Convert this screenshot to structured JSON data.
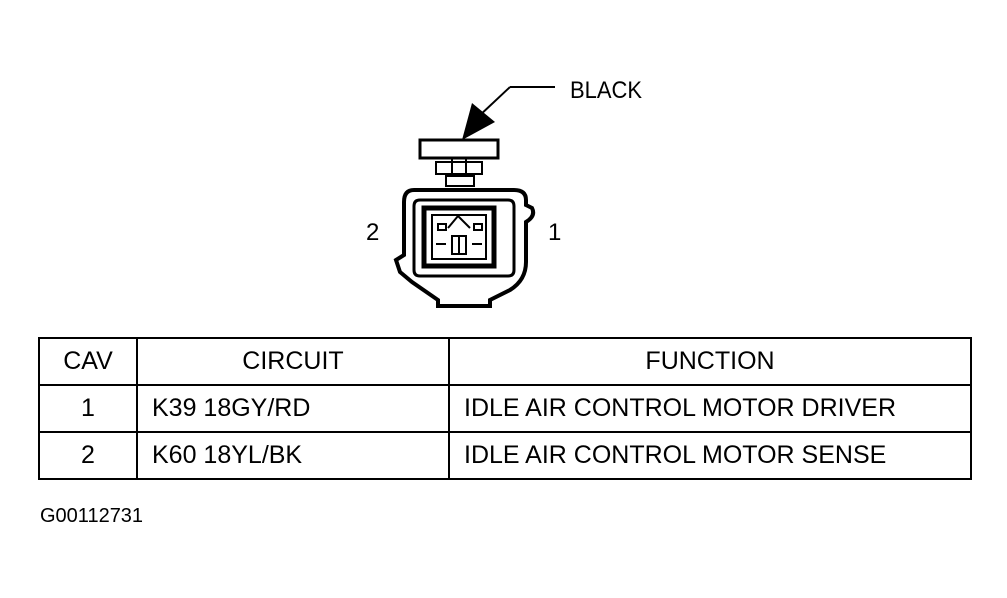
{
  "connector": {
    "color_label": "BLACK",
    "pin_left_label": "2",
    "pin_right_label": "1"
  },
  "table": {
    "headers": {
      "cav": "CAV",
      "circuit": "CIRCUIT",
      "function": "FUNCTION"
    },
    "rows": [
      {
        "cav": "1",
        "circuit": "K39 18GY/RD",
        "function": "IDLE AIR CONTROL MOTOR DRIVER"
      },
      {
        "cav": "2",
        "circuit": "K60 18YL/BK",
        "function": "IDLE AIR CONTROL MOTOR SENSE"
      }
    ]
  },
  "figure_id": "G00112731"
}
